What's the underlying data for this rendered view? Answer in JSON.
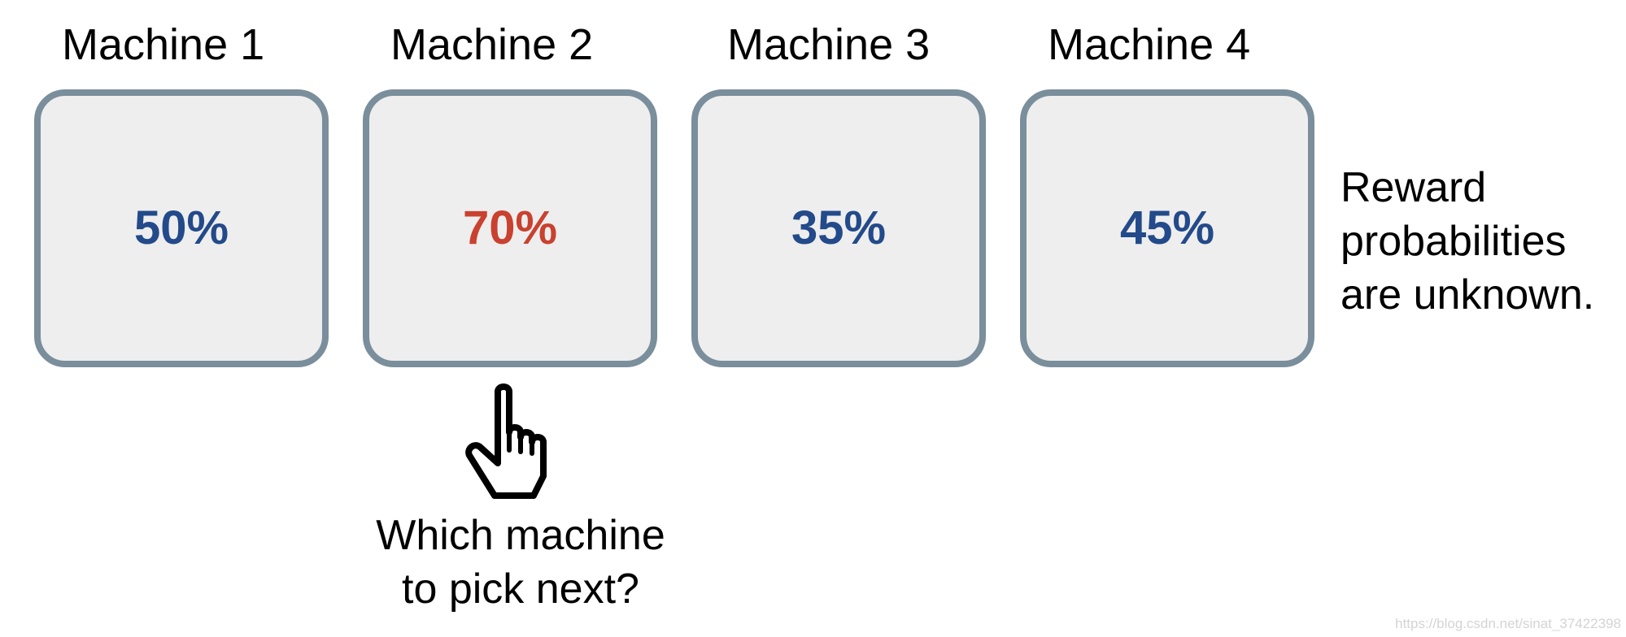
{
  "machines": [
    {
      "title": "Machine 1",
      "probability": "50%",
      "color": "#234a8a"
    },
    {
      "title": "Machine 2",
      "probability": "70%",
      "color": "#c9412f"
    },
    {
      "title": "Machine 3",
      "probability": "35%",
      "color": "#234a8a"
    },
    {
      "title": "Machine 4",
      "probability": "45%",
      "color": "#234a8a"
    }
  ],
  "reward_note": {
    "line1": "Reward",
    "line2": "probabilities",
    "line3": "are unknown."
  },
  "question": {
    "line1": "Which machine",
    "line2": "to pick next?"
  },
  "pointer_icon": "pointing-hand-cursor",
  "watermark": "https://blog.csdn.net/sinat_37422398",
  "colors": {
    "box_border": "#7a8e9c",
    "box_fill": "#eeeeee"
  }
}
